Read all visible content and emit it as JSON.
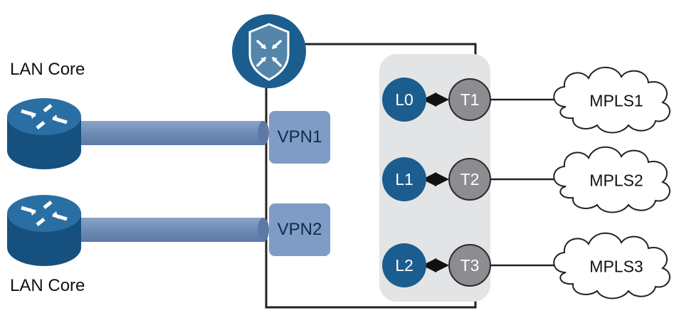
{
  "lan_cores": [
    {
      "label": "LAN Core"
    },
    {
      "label": "LAN Core"
    }
  ],
  "vpns": [
    {
      "label": "VPN1"
    },
    {
      "label": "VPN2"
    }
  ],
  "loopbacks": [
    {
      "label": "L0"
    },
    {
      "label": "L1"
    },
    {
      "label": "L2"
    }
  ],
  "tlocs": [
    {
      "label": "T1"
    },
    {
      "label": "T2"
    },
    {
      "label": "T3"
    }
  ],
  "transports": [
    {
      "label": "MPLS1"
    },
    {
      "label": "MPLS2"
    },
    {
      "label": "MPLS3"
    }
  ],
  "colors": {
    "router_blue": "#1b5d8f",
    "vpn_box": "#7e9cc6",
    "tunnel": "#7a94bb",
    "tloc_gray": "#8b8d90",
    "panel_gray": "#e3e4e6"
  },
  "icons": {
    "router": "router-icon",
    "edge_router": "shield-router-icon",
    "transport": "cloud-icon"
  }
}
